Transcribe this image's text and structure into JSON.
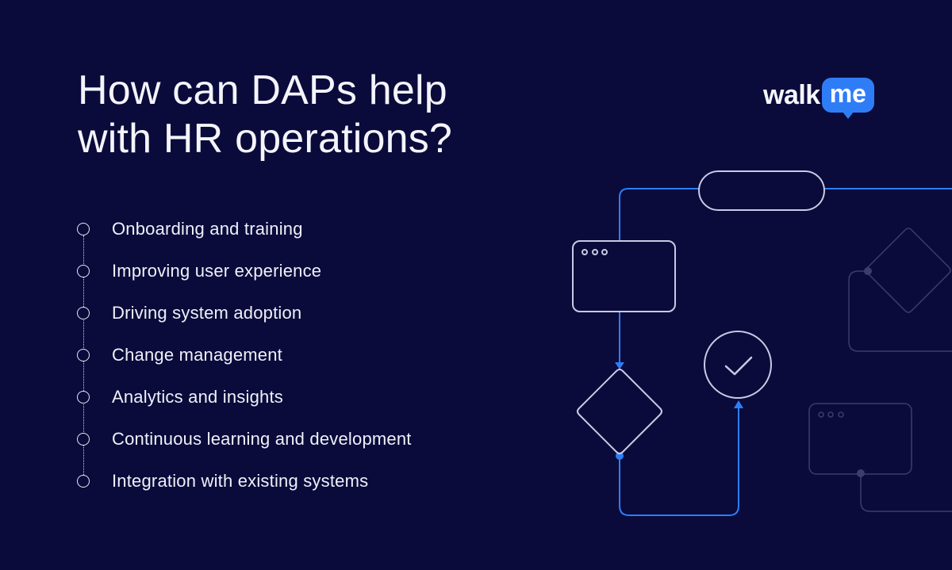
{
  "title": {
    "line1": "How can DAPs help",
    "line2": "with HR operations?"
  },
  "brand": {
    "logo_part1": "walk",
    "logo_part2": "me",
    "accent_color": "#2f7df6"
  },
  "list": {
    "items": [
      {
        "label": "Onboarding and training"
      },
      {
        "label": "Improving user experience"
      },
      {
        "label": "Driving system adoption"
      },
      {
        "label": "Change management"
      },
      {
        "label": "Analytics and insights"
      },
      {
        "label": "Continuous learning and development"
      },
      {
        "label": "Integration with existing systems"
      }
    ]
  },
  "colors": {
    "background": "#0a0b3b",
    "text": "#f4f4fb",
    "flow_line": "#2f7df6",
    "shape_outline": "#c9cae4",
    "faded_outline": "#3a3d6e"
  },
  "diagram": {
    "icons": [
      "window-icon",
      "terminator-icon",
      "decision-diamond-icon",
      "checkmark-circle-icon"
    ]
  }
}
